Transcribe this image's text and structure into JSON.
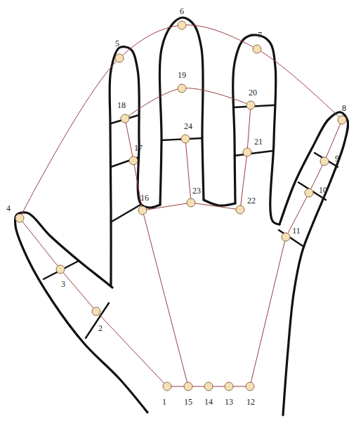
{
  "diagram": {
    "labels": [
      "1",
      "2",
      "3",
      "4",
      "5",
      "6",
      "7",
      "8",
      "9",
      "10",
      "11",
      "12",
      "13",
      "14",
      "15",
      "16",
      "17",
      "18",
      "19",
      "20",
      "21",
      "22",
      "23",
      "24"
    ]
  }
}
